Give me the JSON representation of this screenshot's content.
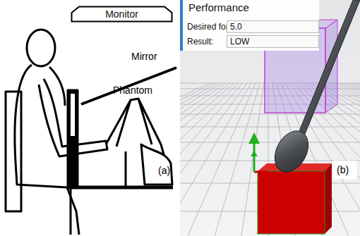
{
  "diagram": {
    "nodes": [
      {
        "text": [
          "Monitor"
        ]
      },
      {
        "text": [
          "Performance",
          "Desired force:",
          "Result:"
        ]
      },
      {
        "text": [
          "5.0"
        ],
        "in": 1
      },
      {
        "text": [
          "LOW"
        ],
        "in": 1
      }
    ],
    "labels": [
      "Mirror",
      "Phantom",
      "(a)",
      "(b)"
    ]
  }
}
